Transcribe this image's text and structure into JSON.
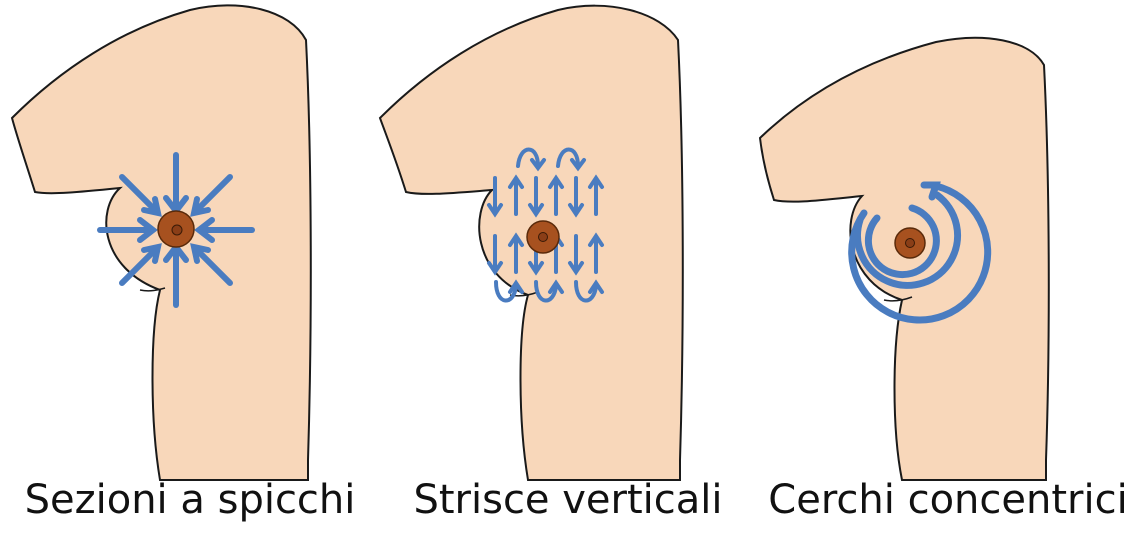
{
  "colors": {
    "skin": "#f8d7ba",
    "outline": "#1a1a1a",
    "arrow": "#4a7cc0",
    "areola": "#a7511f",
    "nipple": "#8a3e17"
  },
  "panels": [
    {
      "caption": "Sezioni a spicchi",
      "technique_icon": "radial-arrows-icon"
    },
    {
      "caption": "Strisce verticali",
      "technique_icon": "vertical-strips-icon"
    },
    {
      "caption": "Cerchi concentrici",
      "technique_icon": "concentric-circles-icon"
    }
  ]
}
